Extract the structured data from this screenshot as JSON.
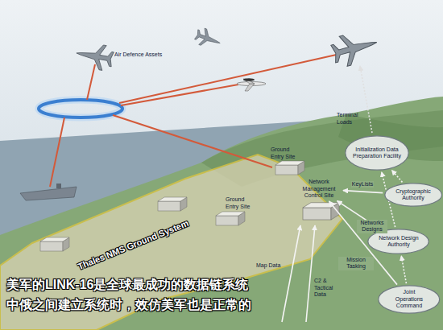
{
  "diagram": {
    "nodes": [
      {
        "text": [
          "Network Management Control Site"
        ]
      },
      {
        "text": [
          "Initialization Data Preparation Facility"
        ]
      },
      {
        "text": [
          "Cryptographic Authority"
        ]
      },
      {
        "text": [
          "Network Design Authority"
        ]
      },
      {
        "text": [
          "Joint Operations Command"
        ]
      }
    ],
    "edges": [
      {
        "from": 2,
        "to": 0,
        "label": "KeyLists",
        "arrow": "to"
      },
      {
        "from": 3,
        "to": 0,
        "label": "Networks Designs",
        "arrow": "to"
      },
      {
        "from": 4,
        "to": 0,
        "label": "Mission Tasking",
        "arrow": "to"
      },
      {
        "from": 4,
        "to": 3,
        "arrow": "to"
      },
      {
        "from": 3,
        "to": 1,
        "arrow": "to"
      },
      {
        "from": 2,
        "to": 1,
        "arrow": "to"
      }
    ],
    "labels": [
      "Air Defence Assets",
      "Terminal Loads",
      "Ground Entry Site",
      "Ground Entry Site",
      "Thales NMS Ground System",
      "Map Data",
      "C2 & Tactical Data",
      "美军的LINK-16是全球最成功的数据链系统",
      "中俄之间建立系统时，效仿美军也是正常的"
    ]
  }
}
